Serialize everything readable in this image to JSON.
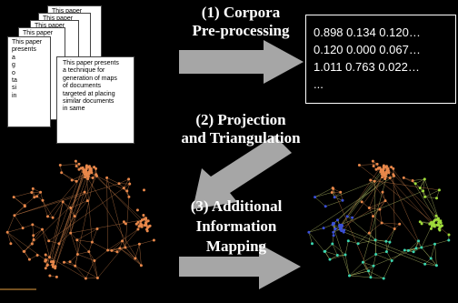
{
  "steps": [
    {
      "line1": "(1) Corpora",
      "line2": "Pre-processing"
    },
    {
      "line1": "(2) Projection",
      "line2": "and Triangulation"
    },
    {
      "line1": "(3) Additional",
      "line2": "Information",
      "line3": "Mapping"
    }
  ],
  "documents": {
    "header": "This paper presents",
    "front_text": [
      "This paper presents",
      "a technique for",
      "generation of maps",
      "of documents",
      "targeted at placing",
      "similar documents",
      "in same"
    ],
    "back_fragments": [
      "This",
      "a",
      "g",
      "o",
      "ta",
      "si",
      "in"
    ]
  },
  "matrix": {
    "rows": [
      "0.898  0.134  0.120…",
      "0.120  0.000  0.067…",
      "1.011  0.763  0.022…",
      "..."
    ]
  },
  "colors": {
    "background": "#000000",
    "arrow": "#a6a6a6",
    "node": "#e8874a",
    "edge": "#c07845",
    "cluster_blue": "#3a4fd8",
    "cluster_teal": "#3ad6b0",
    "cluster_green": "#9fdc3a",
    "cluster_orange": "#e8874a",
    "edge_mapped": "#b9c46a"
  }
}
